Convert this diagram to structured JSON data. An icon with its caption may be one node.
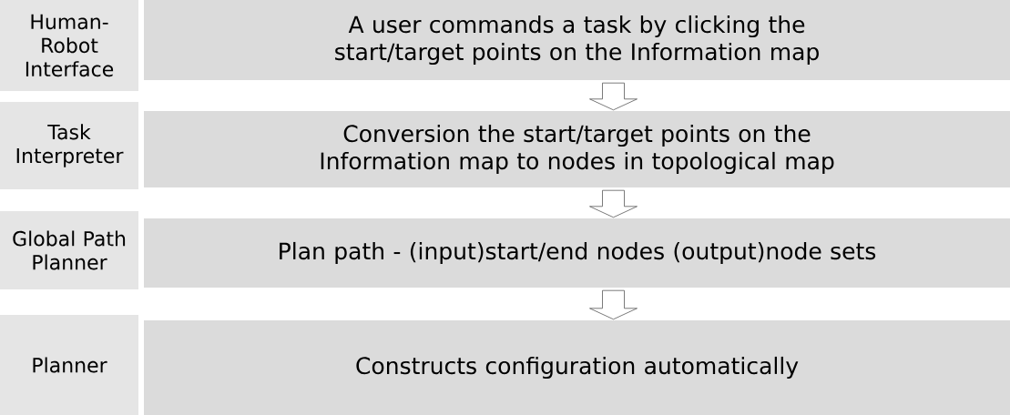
{
  "diagram": {
    "nodes": [
      {
        "text": [
          "Human-Robot Interface"
        ]
      },
      {
        "text": [
          "A user commands a task by clicking the start/target points on the Information map"
        ]
      },
      {
        "text": [
          "Task Interpreter"
        ]
      },
      {
        "text": [
          "Conversion the start/target points on the Information map to nodes in topological map"
        ]
      },
      {
        "text": [
          "Global Path Planner"
        ]
      },
      {
        "text": [
          "Plan path - (input)start/end nodes (output)node sets"
        ]
      },
      {
        "text": [
          "Planner"
        ]
      },
      {
        "text": [
          "Constructs configuration automatically"
        ]
      }
    ],
    "edges": [
      {
        "from": 1,
        "to": 3,
        "arrow": "to"
      },
      {
        "from": 3,
        "to": 5,
        "arrow": "to"
      },
      {
        "from": 5,
        "to": 7,
        "arrow": "to"
      }
    ]
  }
}
